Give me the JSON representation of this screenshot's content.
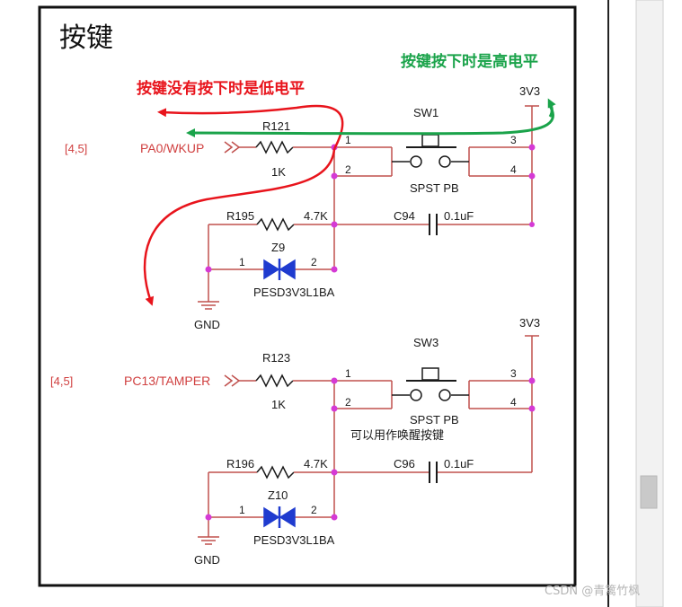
{
  "title": "按键",
  "annotations": {
    "released": "按键没有按下时是低电平",
    "pressed": "按键按下时是高电平"
  },
  "watermark": "CSDN @青篱竹枫",
  "circuit1": {
    "ref": "[4,5]",
    "net": "PA0/WKUP",
    "resistor": {
      "name": "R121",
      "value": "1K"
    },
    "supply": "3V3",
    "switch": {
      "name": "SW1",
      "type": "SPST PB",
      "pins": [
        "1",
        "2",
        "3",
        "4"
      ]
    },
    "pulldown": {
      "name": "R195",
      "value": "4.7K"
    },
    "capacitor": {
      "name": "C94",
      "value": "0.1uF"
    },
    "diode": {
      "name": "Z9",
      "part": "PESD3V3L1BA",
      "pins": [
        "1",
        "2"
      ]
    },
    "ground": "GND"
  },
  "circuit2": {
    "ref": "[4,5]",
    "net": "PC13/TAMPER",
    "resistor": {
      "name": "R123",
      "value": "1K"
    },
    "supply": "3V3",
    "switch": {
      "name": "SW3",
      "type": "SPST PB",
      "pins": [
        "1",
        "2",
        "3",
        "4"
      ]
    },
    "note": "可以用作唤醒按键",
    "pulldown": {
      "name": "R196",
      "value": "4.7K"
    },
    "capacitor": {
      "name": "C96",
      "value": "0.1uF"
    },
    "diode": {
      "name": "Z10",
      "part": "PESD3V3L1BA",
      "pins": [
        "1",
        "2"
      ]
    },
    "ground": "GND"
  },
  "colors": {
    "wire": "#c0504d",
    "pin": "#d53ad5",
    "label_red": "#d04040",
    "diode": "#1f3bcf",
    "arrow_red": "#e8141c",
    "arrow_green": "#1aa34a",
    "ink": "#1a1a1a"
  }
}
